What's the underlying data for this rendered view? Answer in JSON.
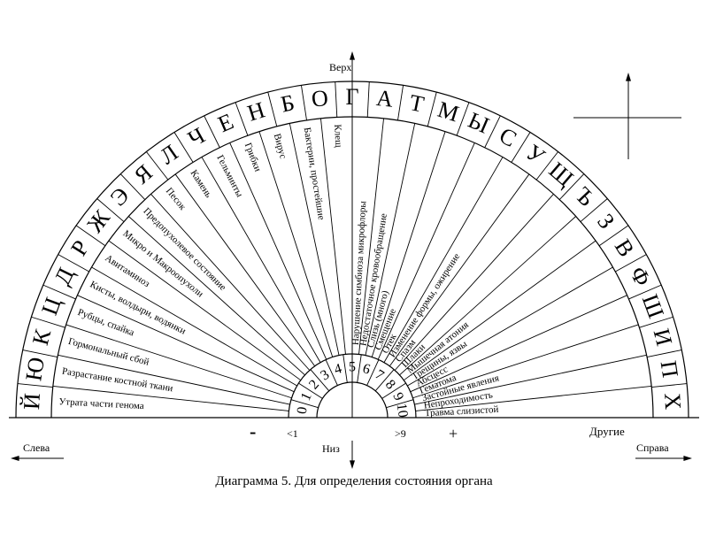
{
  "caption": "Диаграмма 5. Для определения состояния органа",
  "directions": {
    "top": "Верх",
    "bottom": "Низ",
    "left": "Слева",
    "right": "Справа"
  },
  "scale_marks": {
    "minus": "-",
    "less": "<1",
    "greater": ">9",
    "plus": "+",
    "other": "Другие"
  },
  "digits": [
    "0",
    "1",
    "2",
    "3",
    "4",
    "5",
    "6",
    "7",
    "8",
    "9",
    "10"
  ],
  "letters": [
    "Й",
    "Ю",
    "К",
    "Ц",
    "Д",
    "Р",
    "Ж",
    "Э",
    "Я",
    "Л",
    "Ч",
    "Е",
    "Н",
    "Б",
    "О",
    "Г",
    "А",
    "Т",
    "М",
    "Ы",
    "С",
    "У",
    "Щ",
    "Ъ",
    "З",
    "В",
    "Ф",
    "Ш",
    "И",
    "П",
    "Х"
  ],
  "sectors": [
    "Утрата части генома",
    "Разрастание костной ткани",
    "Гормональный сбой",
    "Рубцы, спайка",
    "Кисты, волдыри, водянки",
    "Авитаминоз",
    "Микро и Макроопухоли",
    "Предопухолевое состояние",
    "Песок",
    "Камень",
    "Гельминты",
    "Грибки",
    "Вирус",
    "Бактерии, простейшие",
    "Клещ",
    "Нарушение симбиоза микрофлоры",
    "Недостаточное кровообращение",
    "Слизь (много)",
    "Смещение",
    "Отек",
    "Изменение формы, ожирение",
    "Спазм",
    "Шлаки",
    "Мышечная атония",
    "Трещины, язвы",
    "Абсцесс",
    "Гематома",
    "Застойные явления",
    "Непроходимость",
    "Травма слизистой"
  ]
}
